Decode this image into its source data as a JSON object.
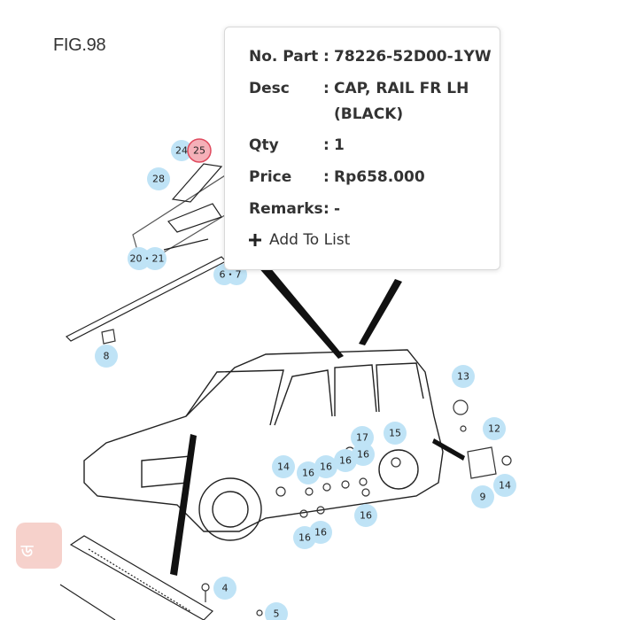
{
  "figure": {
    "title": "FIG.98"
  },
  "callouts": [
    {
      "id": "c24",
      "label": "24"
    },
    {
      "id": "c25",
      "label": "25",
      "selected": true
    },
    {
      "id": "c28",
      "label": "28"
    },
    {
      "id": "c20-21",
      "label": "20・21"
    },
    {
      "id": "c6-7",
      "label": "6・7"
    },
    {
      "id": "c8",
      "label": "8"
    },
    {
      "id": "c13",
      "label": "13"
    },
    {
      "id": "c12",
      "label": "12"
    },
    {
      "id": "c17",
      "label": "17"
    },
    {
      "id": "c15",
      "label": "15"
    },
    {
      "id": "c14a",
      "label": "14"
    },
    {
      "id": "c16a",
      "label": "16"
    },
    {
      "id": "c16b",
      "label": "16"
    },
    {
      "id": "c16c",
      "label": "16"
    },
    {
      "id": "c16d",
      "label": "16"
    },
    {
      "id": "c16e",
      "label": "16"
    },
    {
      "id": "c16f",
      "label": "16"
    },
    {
      "id": "c16g",
      "label": "16"
    },
    {
      "id": "c9",
      "label": "9"
    },
    {
      "id": "c14b",
      "label": "14"
    },
    {
      "id": "c4",
      "label": "4"
    },
    {
      "id": "c5",
      "label": "5"
    }
  ],
  "tooltip": {
    "part_label": "No. Part",
    "part_value": "78226-52D00-1YW",
    "desc_label": "Desc",
    "desc_value": "CAP, RAIL FR LH (BLACK)",
    "qty_label": "Qty",
    "qty_value": "1",
    "price_label": "Price",
    "price_value": "Rp658.000",
    "remarks_label": "Remarks",
    "remarks_value": "-",
    "add_label": "Add To List",
    "separator": ":"
  },
  "badge": {
    "text": "ড"
  }
}
